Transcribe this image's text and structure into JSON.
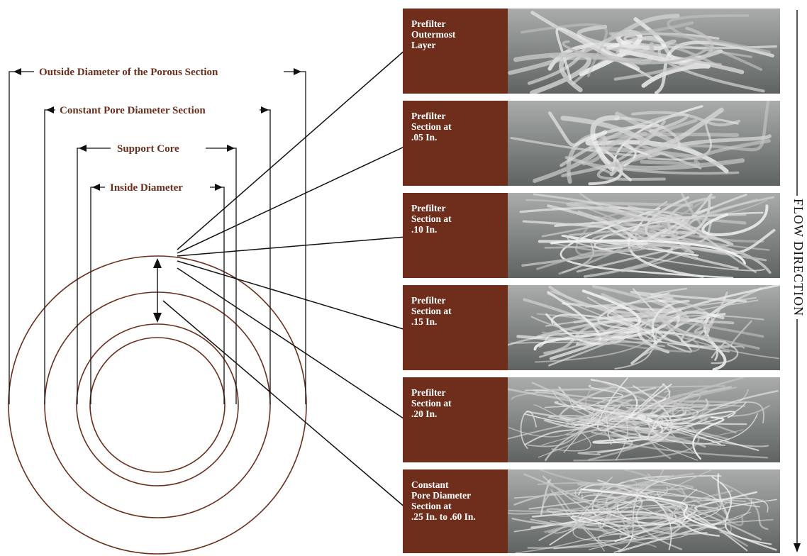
{
  "dimensions": {
    "outside_diameter": "Outside Diameter of the Porous Section",
    "constant_pore": "Constant Pore Diameter Section",
    "support_core": "Support Core",
    "inside_diameter": "Inside Diameter"
  },
  "sections": [
    {
      "id": "outermost",
      "label_lines": [
        "Prefilter",
        "Outermost",
        "Layer"
      ],
      "texture": "coarse"
    },
    {
      "id": "05",
      "label_lines": [
        "Prefilter",
        "Section at",
        ".05 In."
      ],
      "texture": "coarse"
    },
    {
      "id": "10",
      "label_lines": [
        "Prefilter",
        "Section at",
        ".10 In."
      ],
      "texture": "medium"
    },
    {
      "id": "15",
      "label_lines": [
        "Prefilter",
        "Section at",
        ".15 In."
      ],
      "texture": "medium"
    },
    {
      "id": "20",
      "label_lines": [
        "Prefilter",
        "Section at",
        ".20 In."
      ],
      "texture": "fine"
    },
    {
      "id": "constant",
      "label_lines": [
        "Constant",
        "Pore Diameter",
        "Section at",
        ".25 In. to .60 In."
      ],
      "texture": "fine"
    }
  ],
  "flow_direction_label": "FLOW DIRECTION",
  "colors": {
    "label_brown": "#6e2e1b",
    "circle": "#6b2e1c",
    "line": "#111111"
  }
}
